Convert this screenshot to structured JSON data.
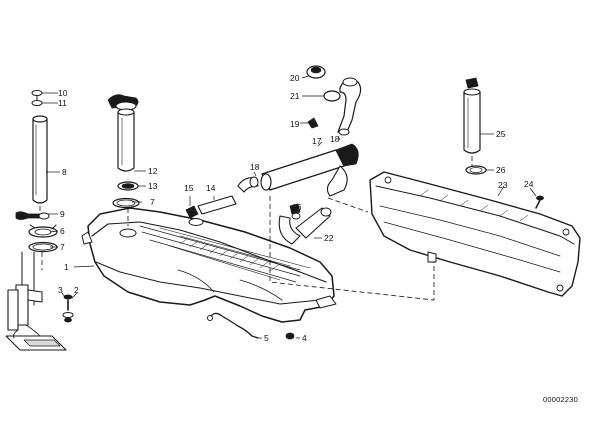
{
  "diagram": {
    "doc_number": "00002230",
    "callouts": [
      {
        "id": "c1",
        "text": "1"
      },
      {
        "id": "c2",
        "text": "2"
      },
      {
        "id": "c3",
        "text": "3"
      },
      {
        "id": "c4",
        "text": "4"
      },
      {
        "id": "c5",
        "text": "5"
      },
      {
        "id": "c6a",
        "text": "6"
      },
      {
        "id": "c7a",
        "text": "7"
      },
      {
        "id": "c7b",
        "text": "7"
      },
      {
        "id": "c8",
        "text": "8"
      },
      {
        "id": "c9",
        "text": "9"
      },
      {
        "id": "c10",
        "text": "10"
      },
      {
        "id": "c11",
        "text": "11"
      },
      {
        "id": "c12",
        "text": "12"
      },
      {
        "id": "c13",
        "text": "13"
      },
      {
        "id": "c14",
        "text": "14"
      },
      {
        "id": "c15",
        "text": "15"
      },
      {
        "id": "c16",
        "text": "16"
      },
      {
        "id": "c17",
        "text": "17"
      },
      {
        "id": "c18a",
        "text": "18"
      },
      {
        "id": "c18b",
        "text": "18"
      },
      {
        "id": "c19",
        "text": "19"
      },
      {
        "id": "c20",
        "text": "20"
      },
      {
        "id": "c21",
        "text": "21"
      },
      {
        "id": "c22",
        "text": "22"
      },
      {
        "id": "c23",
        "text": "23"
      },
      {
        "id": "c24",
        "text": "24"
      },
      {
        "id": "c25",
        "text": "25"
      },
      {
        "id": "c26",
        "text": "26"
      }
    ]
  }
}
